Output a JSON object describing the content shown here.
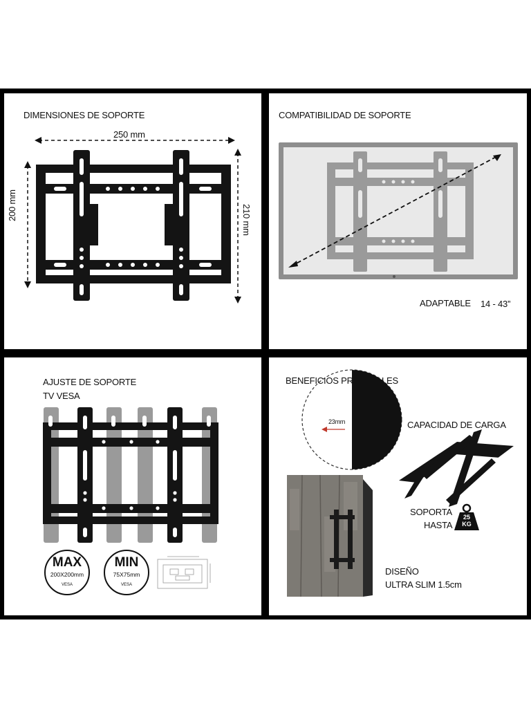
{
  "panel_dimensions": {
    "title": "DIMENSIONES DE SOPORTE",
    "width_label": "250 mm",
    "height_left_label": "200 mm",
    "height_right_label": "210 mm"
  },
  "panel_compatibility": {
    "title": "COMPATIBILIDAD DE SOPORTE",
    "adaptable_label": "ADAPTABLE",
    "size_range": "14 - 43”"
  },
  "panel_vesa": {
    "title": "AJUSTE DE SOPORTE",
    "subtitle": "TV VESA",
    "max_badge": {
      "title": "MAX",
      "value": "200X200mm",
      "caption": "VESA"
    },
    "min_badge": {
      "title": "MIN",
      "value": "75X75mm",
      "caption": "VESA"
    }
  },
  "panel_benefits": {
    "title": "BENEFICIOS PRINCIPALES",
    "depth_label": "23mm",
    "load_title": "CAPACIDAD DE CARGA",
    "supports_line1": "SOPORTA",
    "supports_line2": "HASTA",
    "weight_top": "25",
    "weight_bottom": "KG",
    "design_line1": "DISEÑO",
    "design_line2": "ULTRA SLIM 1.5cm"
  },
  "colors": {
    "bracket": "#141414",
    "frame": "#000000",
    "ghost": "#9a9a9a"
  }
}
